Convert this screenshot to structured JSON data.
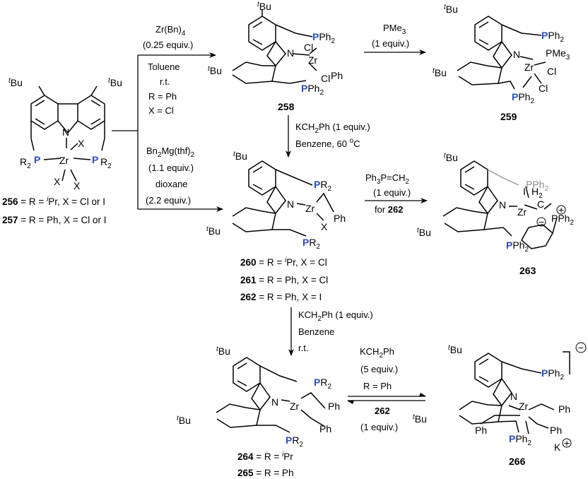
{
  "arrows": {
    "a1": {
      "l1": "Zr(Bn)",
      "l1s": "4",
      "l2": "(0.25 equiv.)",
      "l3": "Toluene",
      "l4": "r.t.",
      "l5": "R = Ph",
      "l6": "X = Cl"
    },
    "a2": {
      "l1": "PMe",
      "l1s": "3",
      "l2": "(1 equiv.)"
    },
    "a3": {
      "l1": "KCH",
      "l1s": "2",
      "l1b": "Ph (1 equiv.)",
      "l2": "Benzene, 60 ",
      "l2s": "o",
      "l2b": "C"
    },
    "a4": {
      "l1": "Bn",
      "l1s": "2",
      "l1b": "Mg(thf)",
      "l1s2": "2",
      "l2": "(1.1 equiv.)",
      "l3": "dioxane",
      "l4": "(2.2 equiv.)"
    },
    "a5": {
      "l1": "Ph",
      "l1s": "3",
      "l1b": "P=CH",
      "l1s2": "2",
      "l2": "(1 equiv.)",
      "l3": "for ",
      "l3b": "262"
    },
    "a6": {
      "l1": "KCH",
      "l1s": "2",
      "l1b": "Ph (1 equiv.)",
      "l2": "Benzene",
      "l3": "r.t."
    },
    "a7": {
      "l1": "KCH",
      "l1s": "2",
      "l1b": "Ph",
      "l2": "(5 equiv.)",
      "l3": "R = Ph",
      "l4": "262",
      "l5": "(1 equiv.)"
    }
  },
  "compounds": {
    "c256": {
      "num": "256",
      "text": " = R = ",
      "sup": "i",
      "rest": "Pr, X = Cl or I"
    },
    "c257": {
      "num": "257",
      "text": " = R = Ph, X = Cl or I"
    },
    "c258": {
      "num": "258"
    },
    "c259": {
      "num": "259"
    },
    "c260": {
      "num": "260",
      "text": " = R = ",
      "sup": "i",
      "rest": "Pr, X = Cl"
    },
    "c261": {
      "num": "261",
      "text": " = R = Ph, X = Cl"
    },
    "c262": {
      "num": "262",
      "text": " = R = Ph, X = I"
    },
    "c263": {
      "num": "263"
    },
    "c264": {
      "num": "264",
      "text": " = R = ",
      "sup": "i",
      "rest": "Pr"
    },
    "c265": {
      "num": "265",
      "text": " = R = Ph"
    },
    "c266": {
      "num": "266"
    }
  },
  "atoms": {
    "tbu_sup": "t",
    "tbu": "Bu",
    "n": "N",
    "zr": "Zr",
    "p": "P",
    "r2": "R",
    "r2s": "2",
    "x": "X",
    "cl": "Cl",
    "i": "I",
    "ph": "Ph",
    "pph2": "PPh",
    "sub2": "2",
    "pme3": "PMe",
    "sub3": "3",
    "h2": "H",
    "c": "C",
    "k": "K",
    "plus": "+",
    "minus": "−"
  }
}
